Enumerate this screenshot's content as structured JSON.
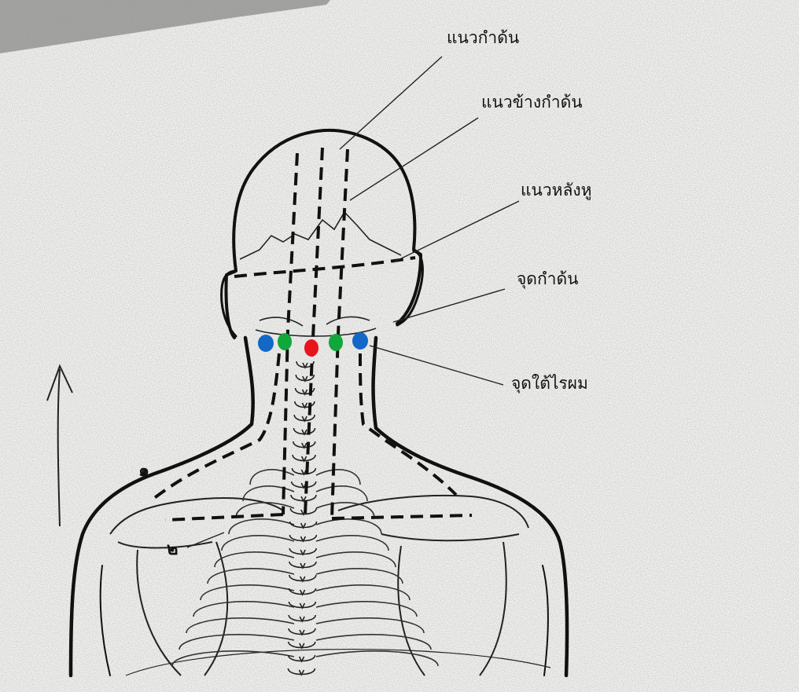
{
  "labels": {
    "scalp_midline": "แนวกำด้น",
    "scalp_side": "แนวข้างกำด้น",
    "behind_ear": "แนวหลังหู",
    "occipital_point": "จุดกำด้น",
    "below_hairline_point": "จุดใต้ไรผม",
    "line_one": "๑",
    "line_two": "๒"
  },
  "point_colors": {
    "center": "#e8141b",
    "inner": "#10a83a",
    "outer": "#1368c7"
  }
}
